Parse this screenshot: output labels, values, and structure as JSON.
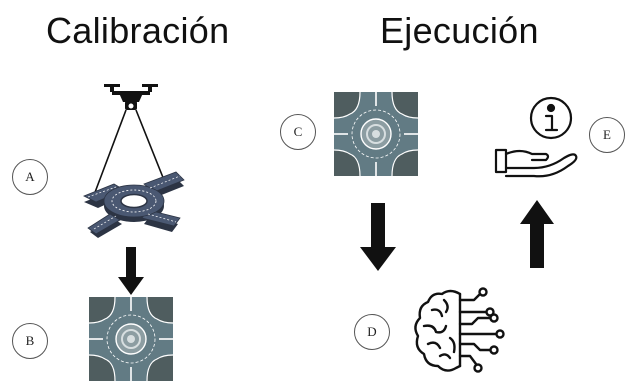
{
  "titles": {
    "calibration": "Calibración",
    "execution": "Ejecución"
  },
  "steps": {
    "a": "A",
    "b": "B",
    "c": "C",
    "d": "D",
    "e": "E"
  },
  "icons": {
    "drone": "drone-icon",
    "intersection_3d": "roundabout-3d-icon",
    "roundabout_top": "roundabout-top-view-icon",
    "ai_brain": "ai-brain-icon",
    "info_hand": "information-hand-icon",
    "arrow_down": "arrow-down-icon",
    "arrow_up": "arrow-up-icon"
  },
  "colors": {
    "road": "#627b84",
    "grass": "#4f5d5f",
    "lane_mark": "#ffffff",
    "road_3d": "#4a5872",
    "road_3d_dark": "#2c3444",
    "arrow": "#111111",
    "outline": "#111111"
  }
}
